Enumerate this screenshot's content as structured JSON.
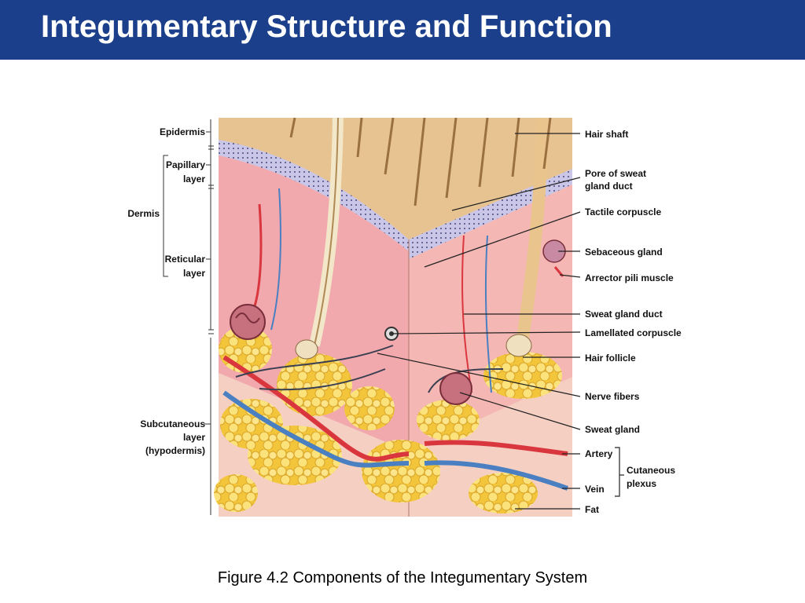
{
  "slide": {
    "title": "Integumentary Structure and Function",
    "caption": "Figure 4.2  Components of the Integumentary System"
  },
  "colors": {
    "title_bar": "#1b3f8b",
    "epidermis": "#e8c79a",
    "dermis": "#f2b3b7",
    "fat": "#f6d24a",
    "artery": "#d9363e",
    "vein": "#4a7fc1"
  },
  "left_labels": {
    "epidermis": "Epidermis",
    "papillary_1": "Papillary",
    "papillary_2": "layer",
    "dermis": "Dermis",
    "reticular_1": "Reticular",
    "reticular_2": "layer",
    "subcutaneous_1": "Subcutaneous",
    "subcutaneous_2": "layer",
    "subcutaneous_3": "(hypodermis)"
  },
  "right_labels": {
    "hair_shaft": "Hair shaft",
    "pore_1": "Pore of sweat",
    "pore_2": "gland duct",
    "tactile": "Tactile corpuscle",
    "sebaceous": "Sebaceous gland",
    "arrector": "Arrector pili muscle",
    "sweat_duct": "Sweat gland duct",
    "lamellated": "Lamellated corpuscle",
    "hair_follicle": "Hair follicle",
    "nerve": "Nerve fibers",
    "sweat_gland": "Sweat gland",
    "artery": "Artery",
    "vein": "Vein",
    "fat": "Fat",
    "cutaneous_1": "Cutaneous",
    "cutaneous_2": "plexus"
  }
}
